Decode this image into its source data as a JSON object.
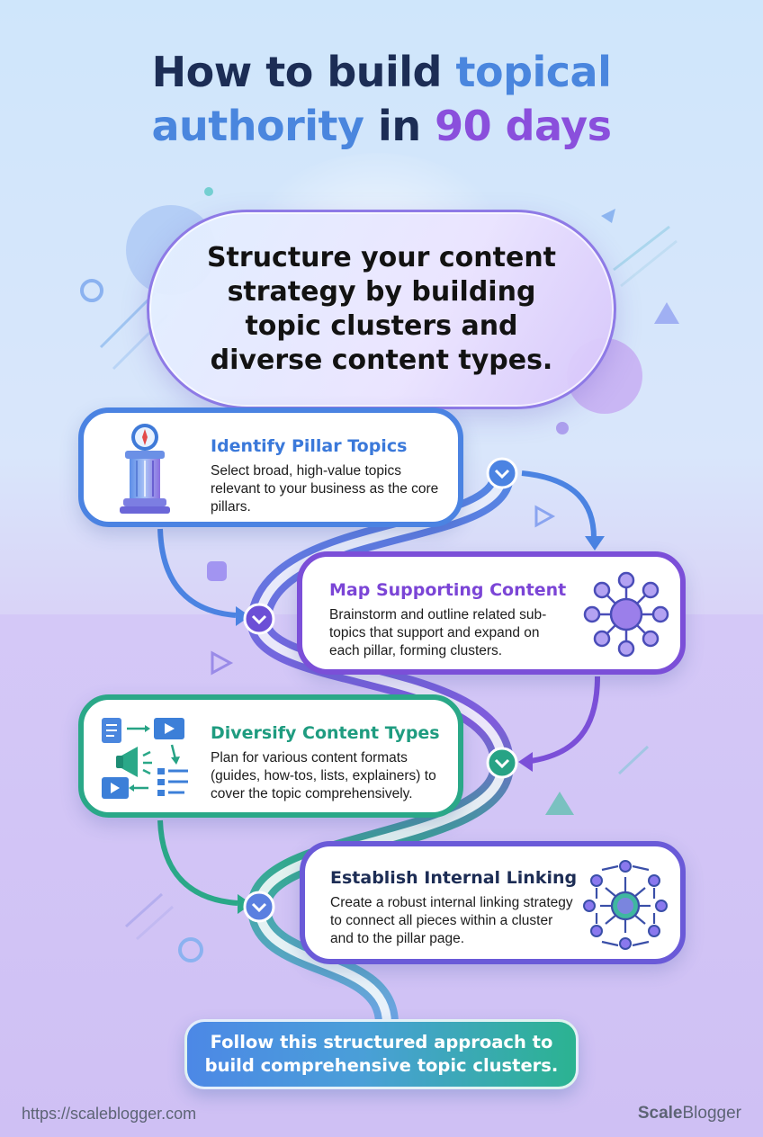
{
  "title": {
    "part1": "How to build ",
    "part2": "topical",
    "part3": "authority",
    "part4": " in ",
    "part5": "90 days"
  },
  "intro": "Structure your content strategy by building topic clusters and diverse content types.",
  "steps": [
    {
      "title": "Identify Pillar Topics",
      "body": "Select broad, high-value topics relevant to your business as the core pillars.",
      "icon": "pillar-compass-icon",
      "color": "#3b79da"
    },
    {
      "title": "Map Supporting Content",
      "body": "Brainstorm and outline related sub-topics that support and expand on each pillar, forming clusters.",
      "icon": "cluster-network-icon",
      "color": "#7b45d6"
    },
    {
      "title": "Diversify Content Types",
      "body": "Plan for various content formats (guides, how-tos, lists, explainers) to cover the topic comprehensively.",
      "icon": "content-formats-icon",
      "color": "#1f9c80"
    },
    {
      "title": "Establish Internal Linking",
      "body": "Create a robust internal linking strategy to connect all pieces within a cluster and to the pillar page.",
      "icon": "internal-links-icon",
      "color": "#1d2d55"
    }
  ],
  "footer": {
    "cta": "Follow this structured approach to build comprehensive topic clusters.",
    "url": "https://scaleblogger.com",
    "brand_bold": "Scale",
    "brand_rest": "Blogger"
  },
  "colors": {
    "blue": "#4a86de",
    "purple": "#8a4fdc",
    "green": "#2aa888",
    "navy": "#1c2d55"
  }
}
